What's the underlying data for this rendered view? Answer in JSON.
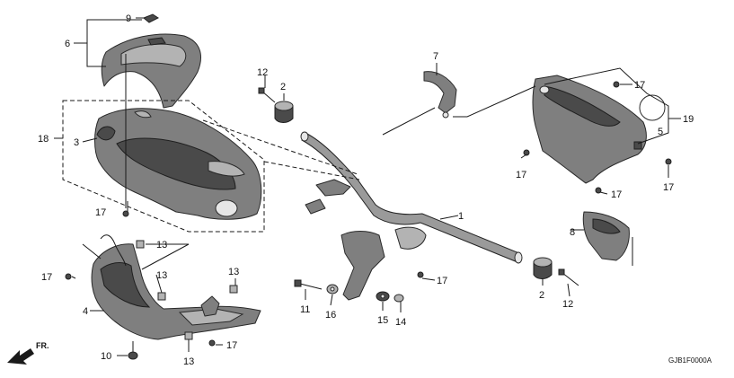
{
  "diagram": {
    "callouts": [
      {
        "id": "c9",
        "text": "9"
      },
      {
        "id": "c6",
        "text": "6"
      },
      {
        "id": "c12a",
        "text": "12"
      },
      {
        "id": "c2a",
        "text": "2"
      },
      {
        "id": "c7",
        "text": "7"
      },
      {
        "id": "c17a",
        "text": "17"
      },
      {
        "id": "c19",
        "text": "19"
      },
      {
        "id": "c5",
        "text": "5"
      },
      {
        "id": "c18",
        "text": "18"
      },
      {
        "id": "c3",
        "text": "3"
      },
      {
        "id": "c17b",
        "text": "17"
      },
      {
        "id": "c17c",
        "text": "17"
      },
      {
        "id": "c17d",
        "text": "17"
      },
      {
        "id": "c1",
        "text": "1"
      },
      {
        "id": "c8",
        "text": "8"
      },
      {
        "id": "c17e",
        "text": "17"
      },
      {
        "id": "c13a",
        "text": "13"
      },
      {
        "id": "c17f",
        "text": "17"
      },
      {
        "id": "c13b",
        "text": "13"
      },
      {
        "id": "c13c",
        "text": "13"
      },
      {
        "id": "c4",
        "text": "4"
      },
      {
        "id": "c17g",
        "text": "17"
      },
      {
        "id": "c11",
        "text": "11"
      },
      {
        "id": "c16",
        "text": "16"
      },
      {
        "id": "c15",
        "text": "15"
      },
      {
        "id": "c14",
        "text": "14"
      },
      {
        "id": "c2b",
        "text": "2"
      },
      {
        "id": "c12b",
        "text": "12"
      },
      {
        "id": "c10",
        "text": "10"
      },
      {
        "id": "c13d",
        "text": "13"
      },
      {
        "id": "c17h",
        "text": "17"
      }
    ],
    "front_label": "FR.",
    "drawing_code": "GJB1F0000A"
  }
}
